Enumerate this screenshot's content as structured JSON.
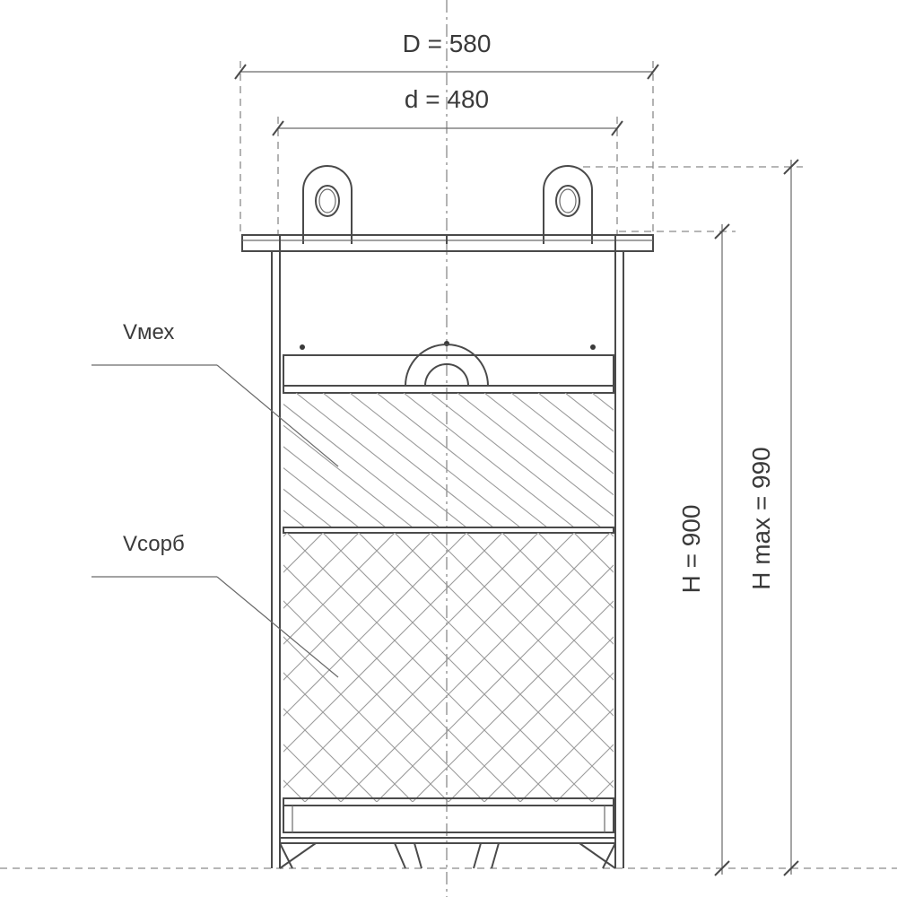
{
  "dimensions": {
    "outer_diameter": "D = 580",
    "inner_diameter": "d = 480",
    "height": "H = 900",
    "max_height": "H max = 990"
  },
  "zones": {
    "mechanical_filter": "Vмех",
    "sorbent": "Vсорб"
  },
  "colors": {
    "line": "#4a4a4a",
    "hatch": "#9a9a9a",
    "dashed": "#8a8a8a",
    "text": "#3a3a3a"
  }
}
